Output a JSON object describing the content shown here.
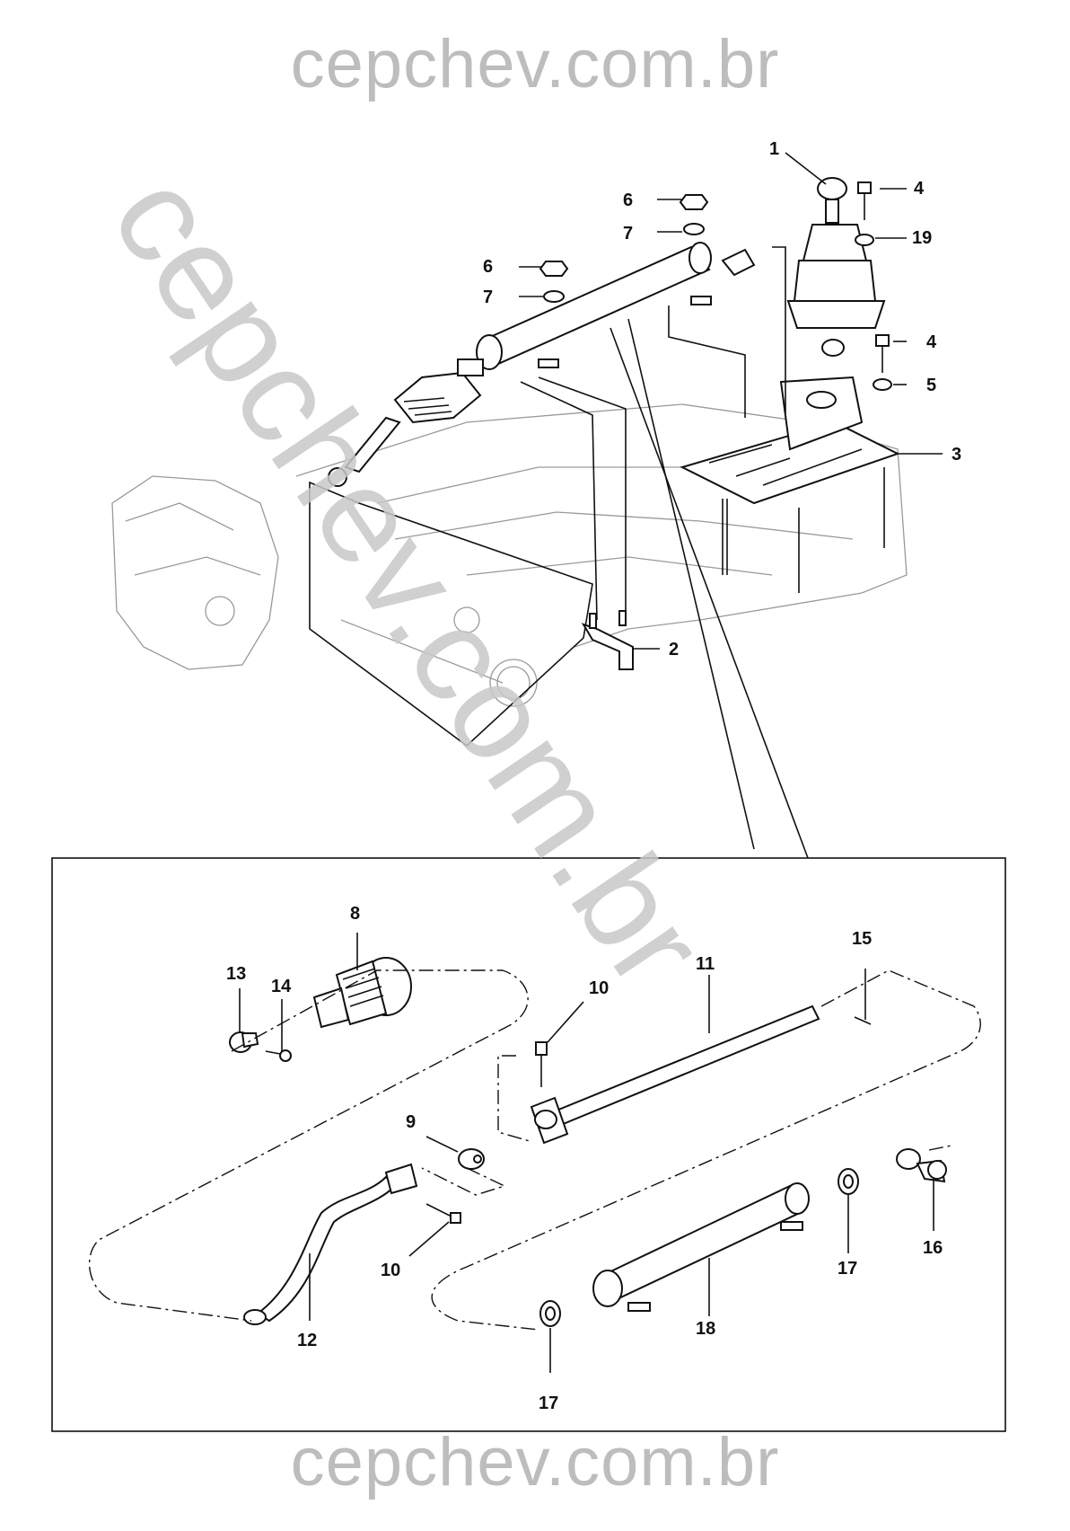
{
  "watermark": {
    "top": "cepchev.com.br",
    "bottom": "cepchev.com.br",
    "diagonal": "cepchev.com.br"
  },
  "callouts": {
    "c1": "1",
    "c2": "2",
    "c3": "3",
    "c4a": "4",
    "c4b": "4",
    "c5": "5",
    "c6a": "6",
    "c6b": "6",
    "c7a": "7",
    "c7b": "7",
    "c8": "8",
    "c9": "9",
    "c10a": "10",
    "c10b": "10",
    "c11": "11",
    "c12": "12",
    "c13": "13",
    "c14": "14",
    "c15": "15",
    "c16": "16",
    "c17a": "17",
    "c17b": "17",
    "c18": "18",
    "c19": "19"
  },
  "colors": {
    "line": "#111111",
    "watermark": "#bdbdbd",
    "ghost": "#9a9a9a"
  }
}
